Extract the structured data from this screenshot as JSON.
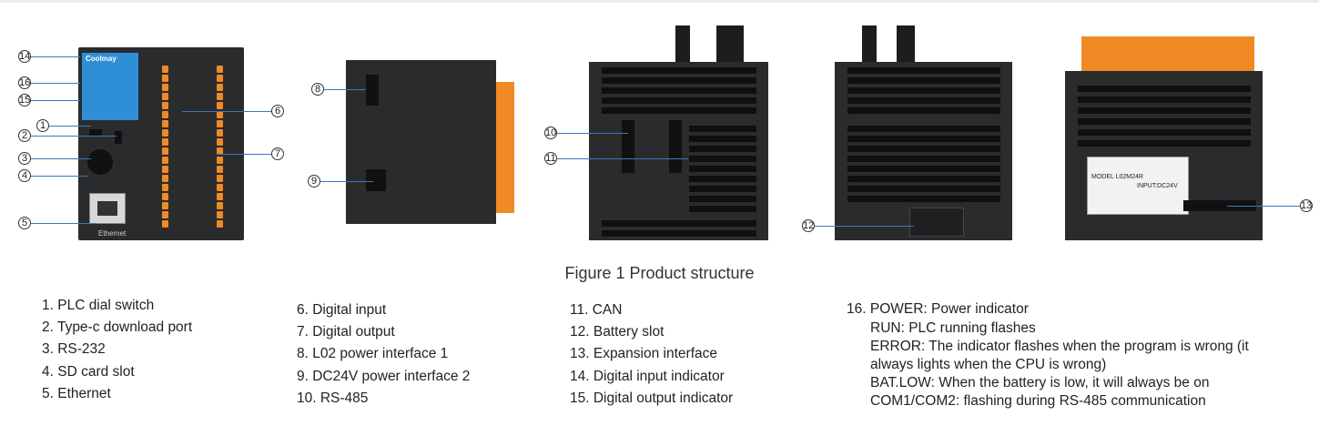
{
  "figure": {
    "caption": "Figure 1 Product structure",
    "device_labels": {
      "brand": "Coolmay",
      "ethernet": "Ethernet",
      "model_plate": "MODEL L02M24R",
      "input_plate": "INPUT:DC24V"
    },
    "callouts": [
      "1",
      "2",
      "3",
      "4",
      "5",
      "6",
      "7",
      "8",
      "9",
      "10",
      "11",
      "12",
      "13",
      "14",
      "15",
      "16"
    ]
  },
  "legend": {
    "col1": [
      "1. PLC dial switch",
      "2. Type-c download port",
      "3. RS-232",
      "4. SD card slot",
      "5. Ethernet"
    ],
    "col2": [
      "6. Digital input",
      "7. Digital output",
      "8. L02 power interface 1",
      "9. DC24V power interface 2",
      "10. RS-485"
    ],
    "col3": [
      "11. CAN",
      "12. Battery slot",
      "13. Expansion interface",
      "14. Digital input indicator",
      "15. Digital output indicator"
    ],
    "col4": {
      "head": "16. POWER: Power indicator",
      "lines": [
        "RUN: PLC running flashes",
        "ERROR: The indicator flashes when the program is wrong (it",
        "always lights when the CPU is wrong)",
        "BAT.LOW: When the battery is low, it will always be on",
        "COM1/COM2: flashing during RS-485 communication"
      ]
    }
  }
}
